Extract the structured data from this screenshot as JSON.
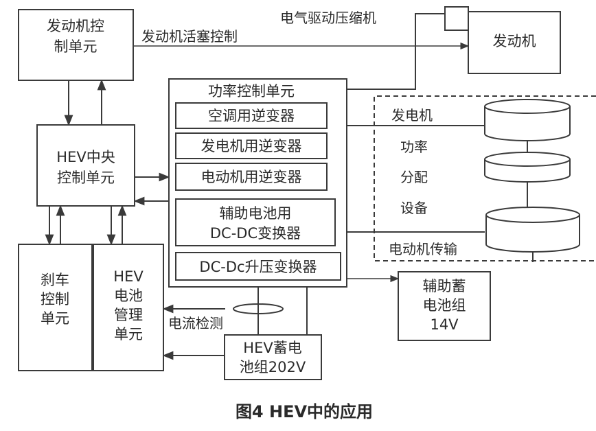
{
  "nodes": {
    "engine_ecu": [
      "发动机控",
      "制单元"
    ],
    "engine": "发动机",
    "central": [
      "HEV中央",
      "控制单元"
    ],
    "pcu_title": "功率控制单元",
    "ac_inverter": "空调用逆变器",
    "gen_inverter": "发电机用逆变器",
    "motor_inverter": "电动机用逆变器",
    "aux_dcdc": [
      "辅助电池用",
      "DC-DC变换器"
    ],
    "boost": "DC-Dc升压变换器",
    "brake": [
      "刹车",
      "控制",
      "单元"
    ],
    "bms": [
      "HEV",
      "电池",
      "管理",
      "单元"
    ],
    "hv_battery": [
      "HEV蓄电",
      "池组202V"
    ],
    "aux_battery": [
      "辅助蓄",
      "电池组",
      "14V"
    ]
  },
  "labels": {
    "piston_control": "发动机活塞控制",
    "compressor": "电气驱动压缩机",
    "generator": "发电机",
    "power_split": [
      "功率",
      "分配",
      "设备"
    ],
    "motor_trans": "电动机传输",
    "current_detect": "电流检测"
  },
  "caption": "图4 HEV中的应用"
}
